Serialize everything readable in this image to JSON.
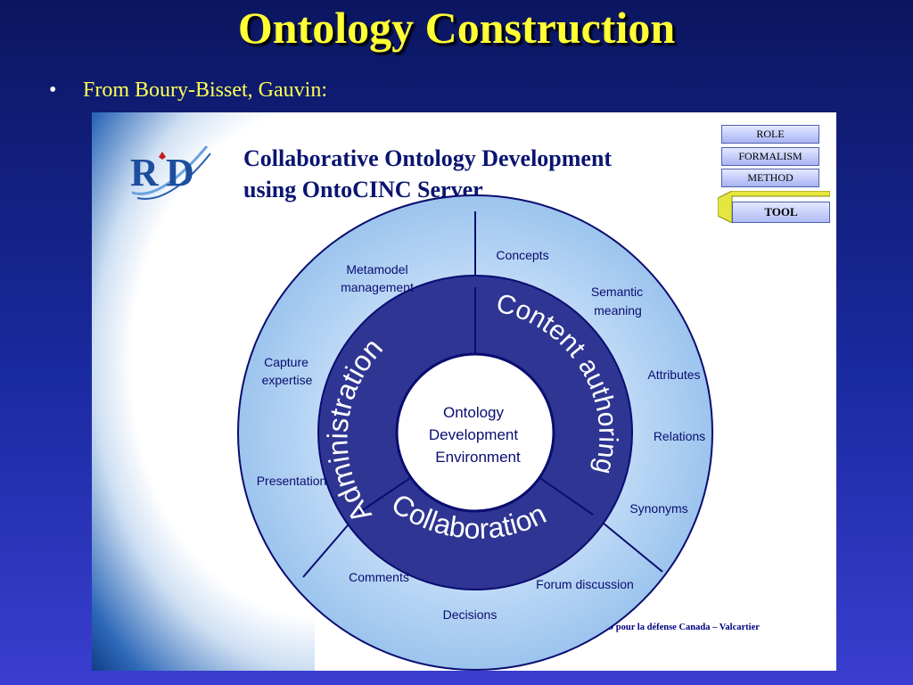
{
  "slide": {
    "title": "Ontology Construction",
    "bullet": "From Boury-Bisset, Gauvin:"
  },
  "figure": {
    "heading_line1": "Collaborative Ontology Development",
    "heading_line2": "using OntoCINC Server",
    "credit": "R & D pour la défense Canada – Valcartier",
    "legend": {
      "role": "ROLE",
      "formalism": "FORMALISM",
      "method": "METHOD",
      "tool": "TOOL"
    },
    "center": {
      "line1": "Ontology",
      "line2": "Development",
      "line3": "Environment"
    },
    "sectors": {
      "administration": "Administration",
      "content": "Content authoring",
      "collaboration": "Collaboration"
    },
    "outer_items": {
      "concepts": "Concepts",
      "semantic_1": "Semantic",
      "semantic_2": "meaning",
      "attributes": "Attributes",
      "relations": "Relations",
      "synonyms": "Synonyms",
      "forum": "Forum discussion",
      "decisions": "Decisions",
      "comments": "Comments",
      "presentation": "Presentation",
      "capture_1": "Capture",
      "capture_2": "expertise",
      "metamodel_1": "Metamodel",
      "metamodel_2": "management"
    }
  },
  "colors": {
    "title": "#ffff33",
    "outer_ring": "#a8cef4",
    "middle_ring": "#2e3592",
    "stroke": "#0a0d70",
    "label": "#0a0d70"
  }
}
